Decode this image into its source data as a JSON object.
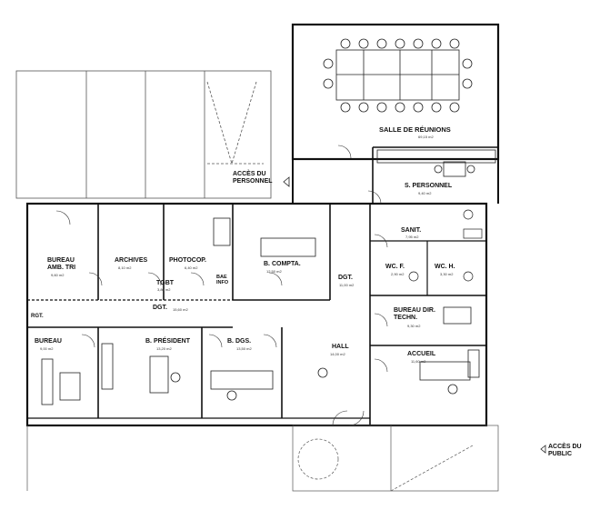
{
  "rooms": {
    "salle_reunions": {
      "name": "SALLE DE RÉUNIONS",
      "area": "69,15 m2"
    },
    "s_personnel": {
      "name": "S. PERSONNEL",
      "area": "9,40 m2"
    },
    "sanit": {
      "name": "SANIT.",
      "area": "7,95 m2"
    },
    "wc_f": {
      "name": "WC. F.",
      "area": "2,90 m2"
    },
    "wc_h": {
      "name": "WC. H.",
      "area": "3,30 m2"
    },
    "bureau_dir": {
      "name": "BUREAU DIR. TECHN.",
      "area": "9,30 m2"
    },
    "accueil": {
      "name": "ACCUEIL",
      "area": "11,60 m2"
    },
    "hall": {
      "name": "HALL",
      "area": "14,00 m2"
    },
    "dgt_center": {
      "name": "DGT.",
      "area": "11,00 m2"
    },
    "dgt_west": {
      "name": "DGT.",
      "area": "15,60 m2"
    },
    "b_compta": {
      "name": "B. COMPTA.",
      "area": "12,50 m2"
    },
    "bureau_amb": {
      "name": "BUREAU AMB. TRI",
      "area": "9,60 m2"
    },
    "archives": {
      "name": "ARCHIVES",
      "area": "8,10 m2"
    },
    "photocop": {
      "name": "PHOTOCOP.",
      "area": "6,40 m2"
    },
    "tgbt": {
      "name": "TGBT",
      "area": "3,80 m2"
    },
    "bae_info": {
      "name": "BAE INFO"
    },
    "rgt": {
      "name": "RGT."
    },
    "bureau": {
      "name": "BUREAU",
      "area": "9,00 m2"
    },
    "b_president": {
      "name": "B. PRÉSIDENT",
      "area": "13,20 m2"
    },
    "b_dgs": {
      "name": "B. DGS.",
      "area": "13,50 m2"
    }
  },
  "access": {
    "personnel": "ACCÈS DU PERSONNEL",
    "public": "ACCÈS DU PUBLIC"
  }
}
